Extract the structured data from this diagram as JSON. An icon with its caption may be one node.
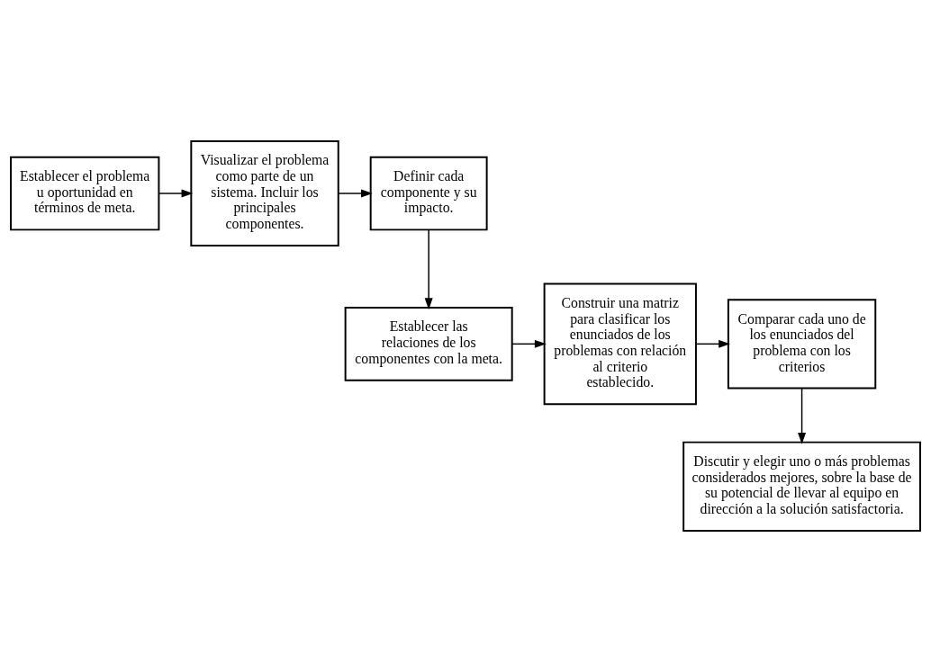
{
  "diagram": {
    "nodes": [
      {
        "text": [
          "Establecer el problema u oportunidad en términos de meta."
        ]
      },
      {
        "text": [
          "Visualizar el problema como parte de un sistema. Incluir los principales componentes."
        ]
      },
      {
        "text": [
          "Definir cada componente y su impacto."
        ]
      },
      {
        "text": [
          "Establecer las relaciones de los componentes con la meta."
        ]
      },
      {
        "text": [
          "Construir una matriz para clasificar los enunciados de los problemas con relación al criterio establecido."
        ]
      },
      {
        "text": [
          "Comparar cada uno de los enunciados del problema con los criterios"
        ]
      },
      {
        "text": [
          "Discutir y elegir uno o más problemas considerados mejores, sobre la base de su potencial de llevar al equipo en dirección a la solución satisfactoria."
        ]
      }
    ],
    "edges": [
      {
        "from": 0,
        "to": 1,
        "arrow": "to"
      },
      {
        "from": 1,
        "to": 2,
        "arrow": "to"
      },
      {
        "from": 2,
        "to": 3,
        "arrow": "to"
      },
      {
        "from": 3,
        "to": 4,
        "arrow": "to"
      },
      {
        "from": 4,
        "to": 5,
        "arrow": "to"
      },
      {
        "from": 5,
        "to": 6,
        "arrow": "to"
      }
    ]
  }
}
